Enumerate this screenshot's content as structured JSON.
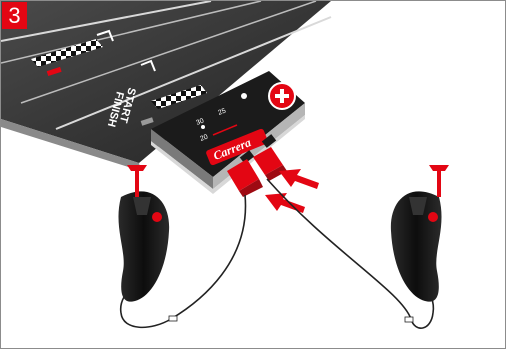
{
  "figure": {
    "step_number": "3",
    "track_label_line1": "START",
    "track_label_line2": "FINISH",
    "brand_logo_text": "Carrera",
    "dial_labels": [
      "30",
      "25",
      "20"
    ],
    "colors": {
      "accent_red": "#e30613",
      "track_dark": "#2c2c2c",
      "controller_black": "#141414",
      "cable": "#222222"
    }
  }
}
